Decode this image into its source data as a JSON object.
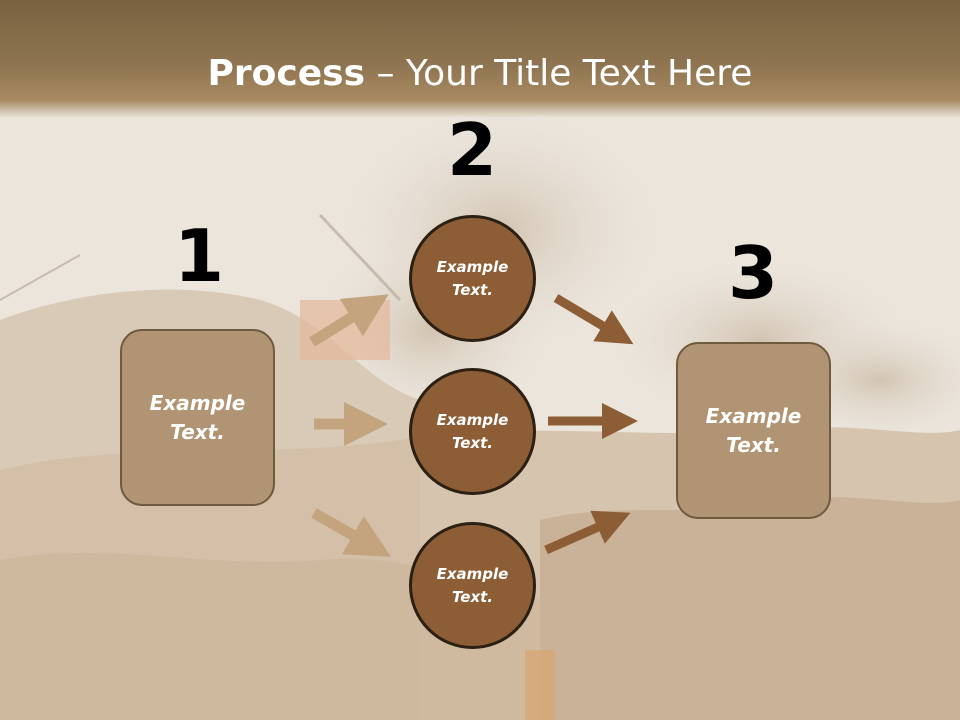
{
  "title": {
    "bold": "Process",
    "rest": " – Your Title Text Here"
  },
  "steps": {
    "n1": "1",
    "n2": "2",
    "n3": "3"
  },
  "boxes": {
    "left": "Example\nText.",
    "right": "Example\nText."
  },
  "circles": [
    "Example\nText.",
    "Example\nText.",
    "Example\nText."
  ],
  "colors": {
    "title_bar": "#8e7450",
    "box_fill": "#b09473",
    "circle_fill": "#8d5e36",
    "arrow_in": "#c4a47e",
    "arrow_out": "#8d5e36"
  }
}
